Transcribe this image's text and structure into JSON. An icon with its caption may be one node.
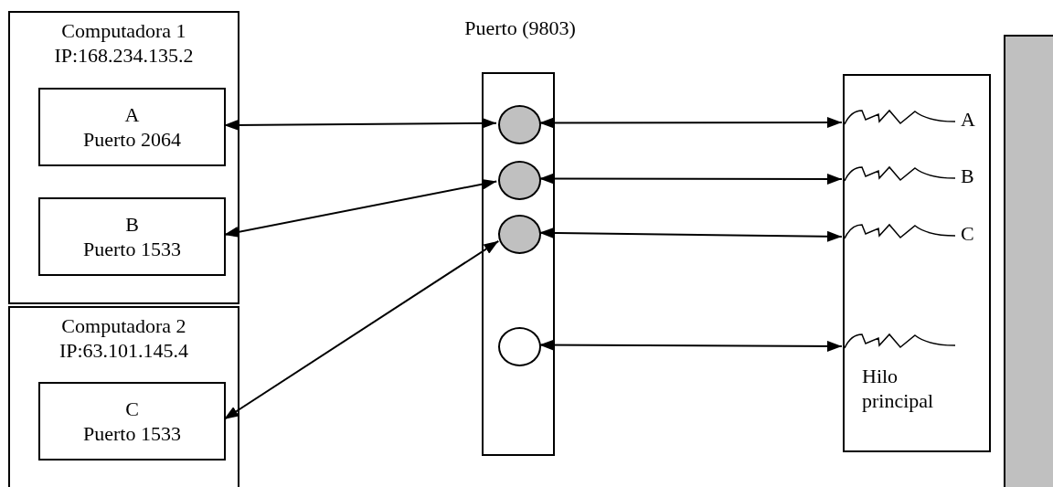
{
  "diagram": {
    "nodes": [
      {
        "text": [
          "Computadora 1",
          "IP:168.234.135.2"
        ]
      },
      {
        "text": [
          "A",
          "Puerto 2064"
        ],
        "in": 0
      },
      {
        "text": [
          "B",
          "Puerto 1533"
        ],
        "in": 0
      },
      {
        "text": [
          "Computadora 2",
          "IP:63.101.145.4"
        ]
      },
      {
        "text": [
          "C",
          "Puerto 1533"
        ],
        "in": 3
      },
      {
        "text": [
          "Puerto (9803)"
        ]
      },
      {
        "text": [],
        "shape": "circle",
        "in": 5
      },
      {
        "text": [],
        "shape": "circle",
        "in": 5
      },
      {
        "text": [],
        "shape": "circle",
        "in": 5
      },
      {
        "text": [],
        "shape": "circle",
        "in": 5
      },
      {
        "text": [],
        "shape": "box"
      },
      {
        "text": [
          "A"
        ],
        "in": 10
      },
      {
        "text": [
          "B"
        ],
        "in": 10
      },
      {
        "text": [
          "C"
        ],
        "in": 10
      },
      {
        "text": [
          "Hilo principal"
        ],
        "in": 10
      },
      {
        "text": [],
        "shape": "bar"
      }
    ],
    "edges": [
      {
        "from": 1,
        "to": 6,
        "arrow": "both"
      },
      {
        "from": 2,
        "to": 7,
        "arrow": "both"
      },
      {
        "from": 4,
        "to": 8,
        "arrow": "both"
      },
      {
        "from": 6,
        "to": 11,
        "arrow": "both"
      },
      {
        "from": 7,
        "to": 12,
        "arrow": "both"
      },
      {
        "from": 8,
        "to": 13,
        "arrow": "both"
      },
      {
        "from": 9,
        "to": 14,
        "arrow": "both"
      }
    ]
  }
}
